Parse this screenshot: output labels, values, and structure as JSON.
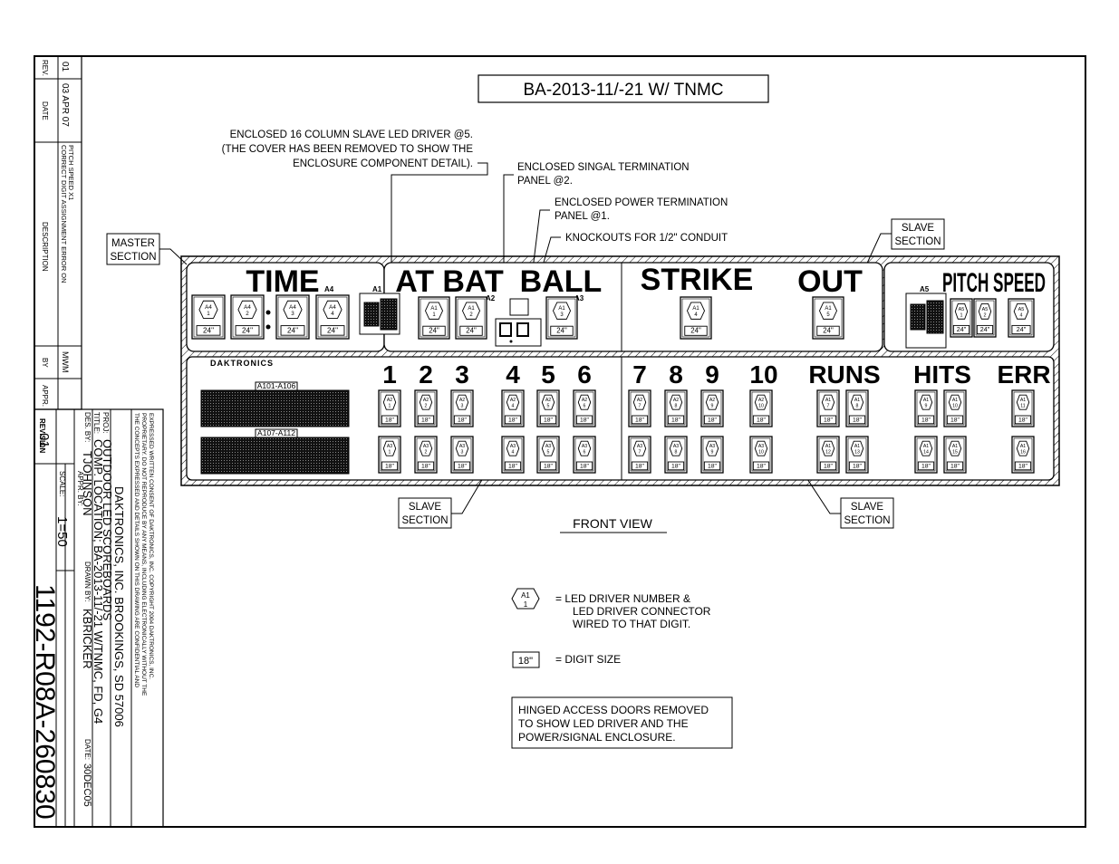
{
  "drawing_title": "BA-2013-11/-21  W/  TNMC",
  "revision_block": {
    "headers": {
      "rev": "REV.",
      "date": "DATE",
      "description": "DESCRIPTION",
      "by": "BY",
      "appr": "APPR."
    },
    "row": {
      "rev": "01",
      "date": "03 APR 07",
      "description_line1": "CORRECT DIGIT ASSIGNMENT ERROR ON",
      "description_line2": "PITCH SPEED X1",
      "by": "MWM"
    }
  },
  "title_block": {
    "revision_label": "REVISION",
    "revision_value": "01",
    "scale_label": "SCALE:",
    "scale_value": "1=50",
    "drawing_number": "1192-R08A-260830",
    "appr_by_label": "APPR. BY:",
    "des_by_label": "DES. BY:",
    "des_by_value": "TJOHNSON",
    "drawn_by_label": "DRAWN BY:",
    "drawn_by_value": "KBRICKER",
    "date_label": "DATE:",
    "date_value": "30DEC05",
    "title_label": "TITLE:",
    "title_value": "COMP. LOCATION; BA-2013-11/-21 W/TNMC, FD, G4",
    "proj_label": "PROJ:",
    "proj_value": "OUTDOOR LED SCOREBOARDS",
    "company": "DAKTRONICS, INC.  BROOKINGS, SD 57006",
    "notice_line1": "THE CONCEPTS EXPRESSED AND DETAILS SHOWN ON THIS DRAWING ARE CONFIDENTIAL AND",
    "notice_line2": "PROPRIETARY. DO NOT REPRODUCE BY ANY MEANS, INCLUDING ELECTRONICALLY WITHOUT THE",
    "notice_line3": "EXPRESSED WRITTEN CONSENT OF DAKTRONICS, INC.     COPYRIGHT 2004 DAKTRONICS, INC."
  },
  "callouts": {
    "slave_driver_1": "ENCLOSED 16 COLUMN SLAVE LED DRIVER @5.",
    "slave_driver_2": "(THE COVER HAS BEEN REMOVED TO SHOW THE",
    "slave_driver_3": "ENCLOSURE COMPONENT DETAIL).",
    "signal_1": "ENCLOSED SINGAL TERMINATION",
    "signal_2": "PANEL @2.",
    "power_1": "ENCLOSED POWER TERMINATION",
    "power_2": "PANEL @1.",
    "knockouts": "KNOCKOUTS FOR 1/2\" CONDUIT",
    "master_1": "MASTER",
    "master_2": "SECTION",
    "slave_top_1": "SLAVE",
    "slave_top_2": "SECTION",
    "slave_left_1": "SLAVE",
    "slave_left_2": "SECTION",
    "slave_right_1": "SLAVE",
    "slave_right_2": "SECTION"
  },
  "scoreboard": {
    "captions": {
      "time": "TIME",
      "at_bat": "AT BAT",
      "ball": "BALL",
      "strike": "STRIKE",
      "out": "OUT",
      "pitch_speed": "PITCH SPEED"
    },
    "brand": "DAKTRONICS",
    "innings": [
      "1",
      "2",
      "3",
      "4",
      "5",
      "6",
      "7",
      "8",
      "9",
      "10"
    ],
    "runs": "RUNS",
    "hits": "HITS",
    "err": "ERR",
    "module_labels": {
      "a4": "A4",
      "a1": "A1",
      "a2": "A2",
      "a3": "A3",
      "a5": "A5"
    },
    "ad_panel_1": "A101-A106",
    "ad_panel_2": "A107-A112",
    "top_digits": [
      {
        "drv": "A4",
        "num": "1",
        "size": "24\""
      },
      {
        "drv": "A4",
        "num": "2",
        "size": "24\""
      },
      {
        "drv": "A4",
        "num": "3",
        "size": "24\""
      },
      {
        "drv": "A4",
        "num": "4",
        "size": "24\""
      },
      {
        "drv": "A1",
        "num": "1",
        "size": "24\""
      },
      {
        "drv": "A1",
        "num": "2",
        "size": "24\""
      },
      {
        "drv": "A1",
        "num": "3",
        "size": "24\""
      },
      {
        "drv": "A1",
        "num": "4",
        "size": "24\""
      },
      {
        "drv": "A1",
        "num": "5",
        "size": "24\""
      },
      {
        "drv": "A5",
        "num": "1",
        "size": "24\""
      },
      {
        "drv": "A5",
        "num": "2",
        "size": "24\""
      },
      {
        "drv": "A5",
        "num": "4",
        "size": "24\""
      }
    ],
    "row1_digits": [
      {
        "drv": "A2",
        "num": "1",
        "size": "18\""
      },
      {
        "drv": "A2",
        "num": "2",
        "size": "18\""
      },
      {
        "drv": "A2",
        "num": "3",
        "size": "18\""
      },
      {
        "drv": "A2",
        "num": "4",
        "size": "18\""
      },
      {
        "drv": "A2",
        "num": "5",
        "size": "18\""
      },
      {
        "drv": "A2",
        "num": "6",
        "size": "18\""
      },
      {
        "drv": "A2",
        "num": "7",
        "size": "18\""
      },
      {
        "drv": "A2",
        "num": "8",
        "size": "18\""
      },
      {
        "drv": "A2",
        "num": "9",
        "size": "18\""
      },
      {
        "drv": "A2",
        "num": "10",
        "size": "18\""
      },
      {
        "drv": "A1",
        "num": "7",
        "size": "18\""
      },
      {
        "drv": "A1",
        "num": "8",
        "size": "18\""
      },
      {
        "drv": "A1",
        "num": "9",
        "size": "18\""
      },
      {
        "drv": "A1",
        "num": "10",
        "size": "18\""
      },
      {
        "drv": "A1",
        "num": "11",
        "size": "18\""
      }
    ],
    "row2_digits": [
      {
        "drv": "A3",
        "num": "1",
        "size": "18\""
      },
      {
        "drv": "A3",
        "num": "2",
        "size": "18\""
      },
      {
        "drv": "A3",
        "num": "3",
        "size": "18\""
      },
      {
        "drv": "A3",
        "num": "4",
        "size": "18\""
      },
      {
        "drv": "A3",
        "num": "5",
        "size": "18\""
      },
      {
        "drv": "A3",
        "num": "6",
        "size": "18\""
      },
      {
        "drv": "A3",
        "num": "7",
        "size": "18\""
      },
      {
        "drv": "A3",
        "num": "8",
        "size": "18\""
      },
      {
        "drv": "A3",
        "num": "9",
        "size": "18\""
      },
      {
        "drv": "A3",
        "num": "10",
        "size": "18\""
      },
      {
        "drv": "A1",
        "num": "12",
        "size": "18\""
      },
      {
        "drv": "A1",
        "num": "13",
        "size": "18\""
      },
      {
        "drv": "A1",
        "num": "14",
        "size": "18\""
      },
      {
        "drv": "A1",
        "num": "15",
        "size": "18\""
      },
      {
        "drv": "A1",
        "num": "16",
        "size": "18\""
      }
    ]
  },
  "front_view": "FRONT VIEW",
  "legend": {
    "driver_symbol_top": "A1",
    "driver_symbol_bottom": "1",
    "driver_line1": "=  LED DRIVER NUMBER &",
    "driver_line2": "LED DRIVER CONNECTOR",
    "driver_line3": "WIRED TO THAT DIGIT.",
    "size_symbol": "18\"",
    "size_text": "=  DIGIT SIZE"
  },
  "note": {
    "line1": "HINGED ACCESS DOORS REMOVED",
    "line2": "TO SHOW LED DRIVER AND THE",
    "line3": "POWER/SIGNAL ENCLOSURE."
  }
}
